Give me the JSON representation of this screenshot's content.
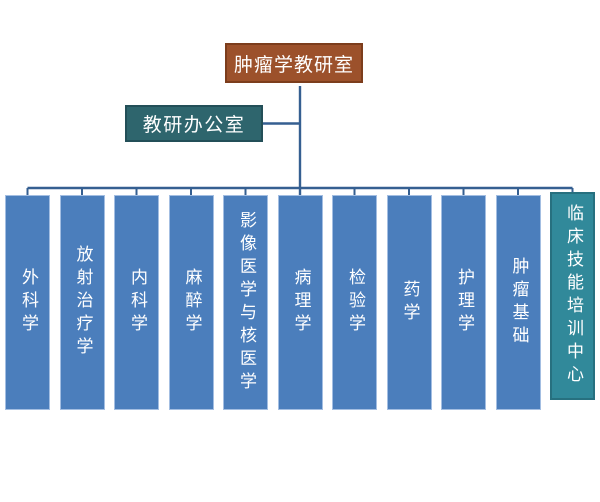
{
  "diagram": {
    "type": "org-chart",
    "root": {
      "label": "肿瘤学教研室"
    },
    "office": {
      "label": "教研办公室"
    },
    "departments": [
      {
        "label": "外科学"
      },
      {
        "label": "放射治疗学"
      },
      {
        "label": "内科学"
      },
      {
        "label": "麻醉学"
      },
      {
        "label": "影像医学与核医学"
      },
      {
        "label": "病理学"
      },
      {
        "label": "检验学"
      },
      {
        "label": "药学"
      },
      {
        "label": "护理学"
      },
      {
        "label": "肿瘤基础"
      },
      {
        "label": "临床技能培训中心"
      }
    ],
    "colors": {
      "root_fill": "#9C512B",
      "root_border": "#7C3D1C",
      "office_fill": "#2E656D",
      "office_border": "#234F58",
      "department_fill": "#4B7EBC",
      "department_border": "#A3BEE2",
      "training_center_fill": "#31899A",
      "training_center_border": "#27707F",
      "connector": "#355F91",
      "text": "#FFFFFF"
    }
  }
}
